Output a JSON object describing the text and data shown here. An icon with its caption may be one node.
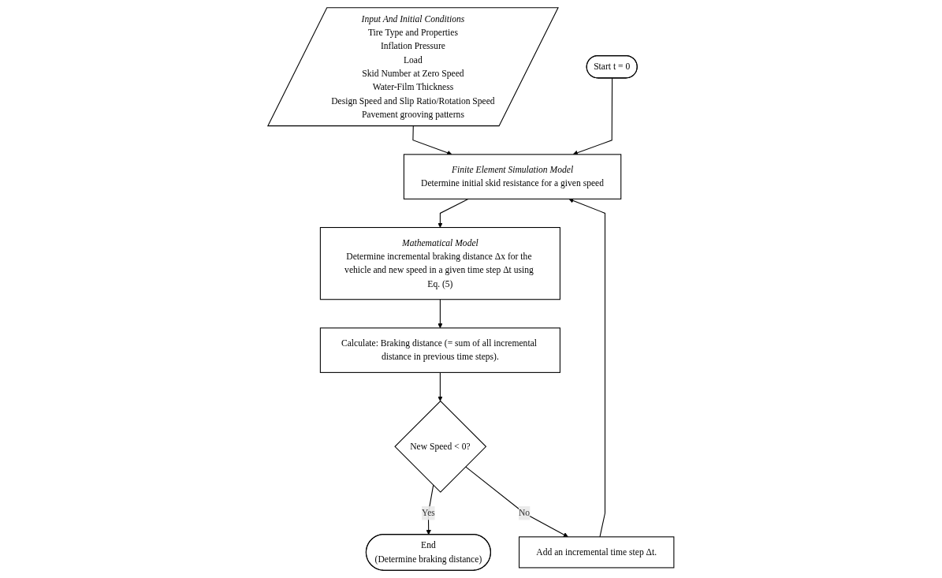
{
  "diagram": {
    "nodes": [
      {
        "text": [
          "Input And Initial Conditions",
          "Tire Type and Properties",
          "Inflation Pressure",
          "Load",
          "Skid Number at Zero Speed",
          "Water-Film Thickness",
          "Design Speed and Slip Ratio/Rotation Speed",
          "Pavement grooving patterns"
        ]
      },
      {
        "text": [
          "Start t = 0"
        ]
      },
      {
        "text": [
          "Finite Element Simulation Model",
          "Determine initial skid resistance for a given speed"
        ]
      },
      {
        "text": [
          "Mathematical Model",
          "Determine incremental braking distance Δx for the vehicle and new speed in a given time step Δt using Eq. (5)"
        ]
      },
      {
        "text": [
          "Calculate: Braking distance (= sum of all incremental distance in previous time steps)."
        ]
      },
      {
        "text": [
          "New Speed < 0?"
        ]
      },
      {
        "text": [
          "End",
          "(Determine braking distance)"
        ]
      },
      {
        "text": [
          "Add an incremental time step Δt."
        ]
      }
    ],
    "edges": [
      {
        "from": 0,
        "to": 2,
        "arrow": "to"
      },
      {
        "from": 1,
        "to": 2,
        "arrow": "to"
      },
      {
        "from": 2,
        "to": 3,
        "arrow": "to"
      },
      {
        "from": 3,
        "to": 4,
        "arrow": "to"
      },
      {
        "from": 4,
        "to": 5,
        "arrow": "to"
      },
      {
        "from": 5,
        "to": 6,
        "label": "Yes",
        "arrow": "to"
      },
      {
        "from": 5,
        "to": 7,
        "label": "No",
        "arrow": "to"
      },
      {
        "from": 7,
        "to": 2,
        "arrow": "to"
      }
    ]
  }
}
